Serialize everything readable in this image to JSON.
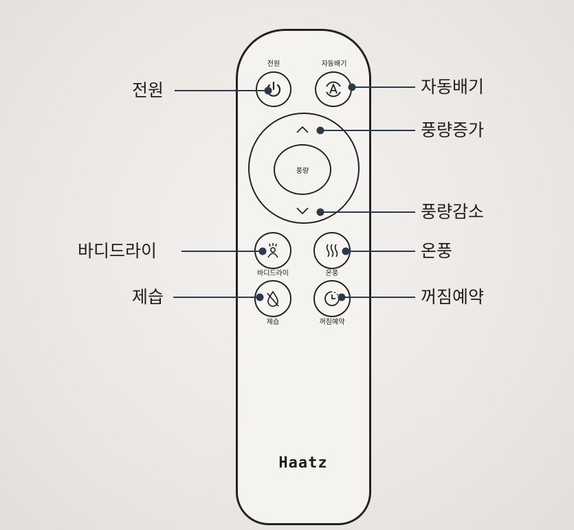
{
  "remote": {
    "brand": "Haatz",
    "top_buttons": {
      "power_label": "전원",
      "auto_exhaust_label": "자동배기"
    },
    "dial": {
      "center_label": "풍량"
    },
    "mode_buttons": {
      "body_dry_label": "바디드라이",
      "warm_air_label": "온풍",
      "dehumidify_label": "제습",
      "off_timer_label": "꺼짐예약"
    }
  },
  "callouts": {
    "power": "전원",
    "auto_exhaust": "자동배기",
    "fan_up": "풍량증가",
    "fan_down": "풍량감소",
    "body_dry": "바디드라이",
    "warm_air": "온풍",
    "dehumidify": "제습",
    "off_timer": "꺼짐예약"
  },
  "colors": {
    "background": "#ece9e5",
    "ink": "#222222",
    "leader_line": "#2a3a4a"
  },
  "icons": [
    "power-icon",
    "auto-a-icon",
    "chevron-up-icon",
    "chevron-down-icon",
    "body-dry-icon",
    "warm-air-icon",
    "dehumidify-icon",
    "timer-icon"
  ]
}
